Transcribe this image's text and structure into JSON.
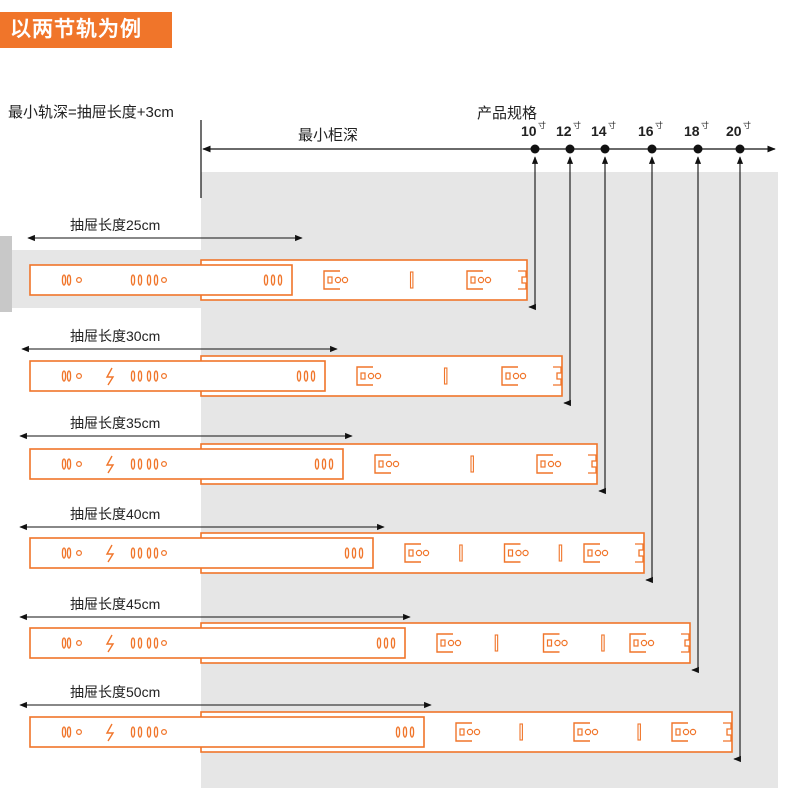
{
  "banner": {
    "title": "以两节轨为例"
  },
  "diagram": {
    "formula_label": "最小轨深=抽屉长度+3cm",
    "cabinet_depth_label": "最小柜深",
    "spec_label": "产品规格",
    "inch_unit": "寸",
    "specs": [
      "10",
      "12",
      "14",
      "16",
      "18",
      "20"
    ],
    "drawers": [
      {
        "label": "抽屉长度25cm"
      },
      {
        "label": "抽屉长度30cm"
      },
      {
        "label": "抽屉长度35cm"
      },
      {
        "label": "抽屉长度40cm"
      },
      {
        "label": "抽屉长度45cm"
      },
      {
        "label": "抽屉长度50cm"
      }
    ]
  },
  "colors": {
    "accent": "#f0752a",
    "panel": "#e6e6e6",
    "side_panel": "#c8c8c8",
    "line": "#111111"
  }
}
